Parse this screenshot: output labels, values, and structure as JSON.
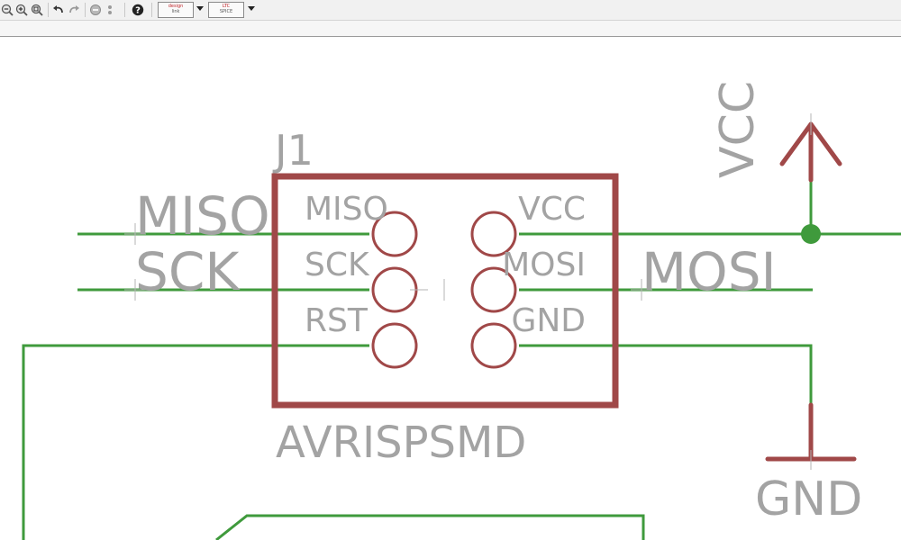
{
  "toolbar": {
    "buttons": [
      {
        "name": "zoom-out-icon"
      },
      {
        "name": "zoom-in-icon"
      },
      {
        "name": "zoom-select-icon"
      },
      {
        "name": "undo-icon"
      },
      {
        "name": "redo-icon"
      },
      {
        "name": "stop-icon"
      },
      {
        "name": "more-icon"
      },
      {
        "name": "help-icon"
      }
    ],
    "design_link": {
      "line1": "design",
      "line2": "link"
    },
    "ltspice": {
      "line1": "LTC",
      "line2": "SPICE"
    }
  },
  "schematic": {
    "part_name": "J1",
    "part_value": "AVRISPSMD",
    "pins_left": [
      "MISO",
      "SCK",
      "RST"
    ],
    "pins_right": [
      "VCC",
      "MOSI",
      "GND"
    ],
    "net_labels": {
      "miso": "MISO",
      "sck": "SCK",
      "mosi": "MOSI"
    },
    "supply_vcc": "VCC",
    "supply_gnd": "GND",
    "colors": {
      "wire": "#3f9a3c",
      "symbol": "#a04848",
      "label": "#a3a3a3",
      "junction": "#3f9a3c"
    }
  }
}
